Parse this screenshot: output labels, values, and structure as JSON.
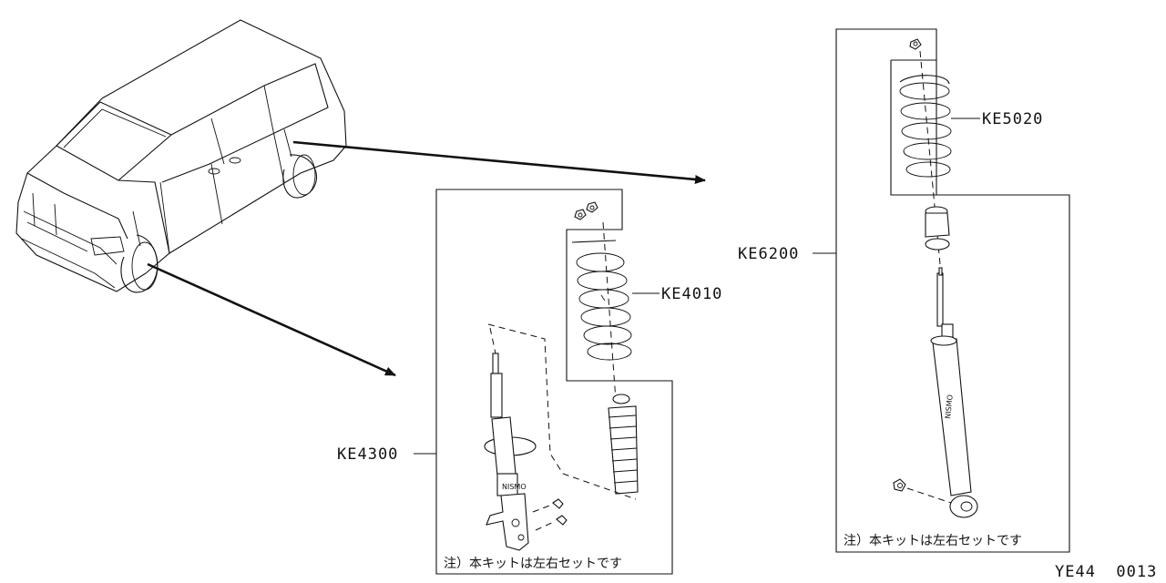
{
  "labels": {
    "front_spring": "KE4010",
    "front_strut": "KE4300",
    "rear_spring": "KE5020",
    "rear_shock": "KE6200"
  },
  "notes": {
    "front_kit_note": "注）本キットは左右セットです",
    "rear_kit_note": "注）本キットは左右セットです"
  },
  "figure_code": "YE44  0013",
  "shock_brand": "NISMO"
}
